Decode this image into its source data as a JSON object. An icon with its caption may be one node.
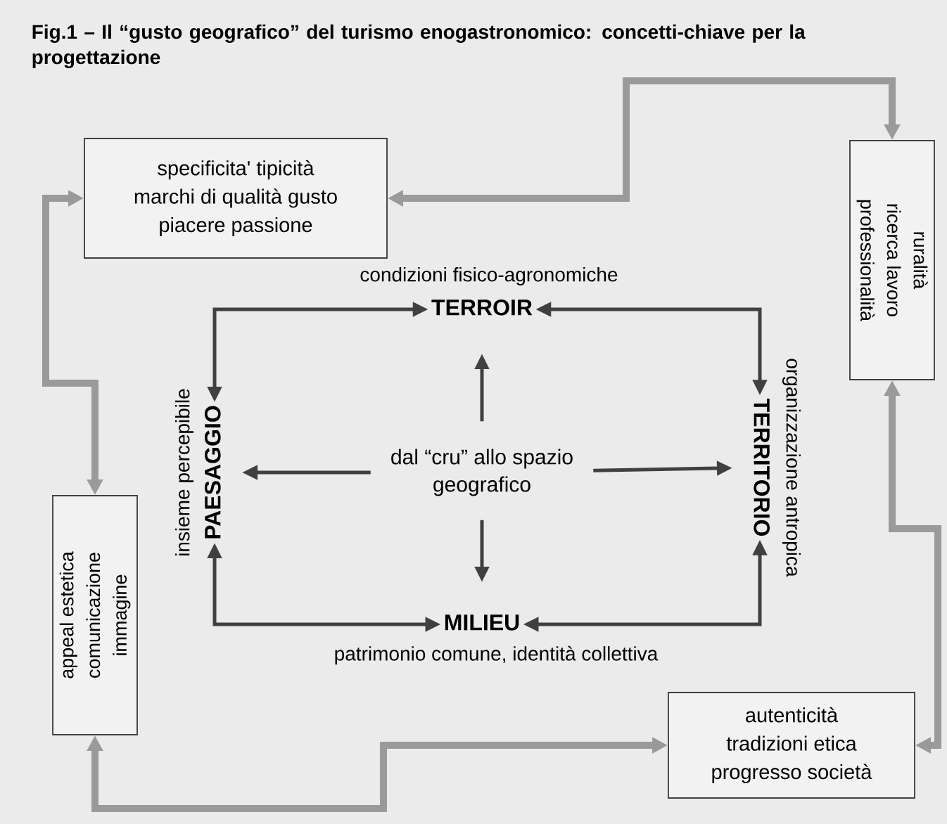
{
  "diagram": {
    "title": "Fig.1 – Il “gusto geografico” del turismo enogastronomico: concetti-chiave per la progettazione",
    "nodes": [
      {
        "text": [
          "specificita' tipicità",
          "marchi di qualità gusto",
          "piacere passione"
        ]
      },
      {
        "text": [
          "ruralità",
          "ricerca lavoro",
          "professionalità"
        ]
      },
      {
        "text": [
          "appeal estetica",
          "comunicazione",
          "immagine"
        ]
      },
      {
        "text": [
          "autenticità",
          "tradizioni etica",
          "progresso società"
        ]
      },
      {
        "text": [
          "TERROIR"
        ],
        "beside": [
          "condizioni fisico-agronomiche"
        ]
      },
      {
        "text": [
          "PAESAGGIO"
        ],
        "beside": [
          "insieme percepibile"
        ]
      },
      {
        "text": [
          "TERRITORIO"
        ],
        "beside": [
          "organizzazione antropica"
        ]
      },
      {
        "text": [
          "MILIEU"
        ],
        "beside": [
          "patrimonio comune, identità collettiva"
        ]
      },
      {
        "text": [
          "dal “cru” allo spazio geografico"
        ]
      }
    ],
    "edges": [
      {
        "from": 1,
        "to": 0,
        "arrow": "both",
        "style": "thick",
        "color": "#9a9a9a"
      },
      {
        "from": 1,
        "to": 3,
        "arrow": "both",
        "style": "thick",
        "color": "#9a9a9a"
      },
      {
        "from": 3,
        "to": 2,
        "arrow": "both",
        "style": "thick",
        "color": "#9a9a9a"
      },
      {
        "from": 2,
        "to": 0,
        "arrow": "both",
        "style": "thick",
        "color": "#9a9a9a"
      },
      {
        "from": 5,
        "to": 4,
        "arrow": "both"
      },
      {
        "from": 4,
        "to": 6,
        "arrow": "both"
      },
      {
        "from": 5,
        "to": 7,
        "arrow": "both"
      },
      {
        "from": 6,
        "to": 7,
        "arrow": "both"
      },
      {
        "from": 8,
        "to": 4,
        "arrow": "to"
      },
      {
        "from": 8,
        "to": 5,
        "arrow": "to"
      },
      {
        "from": 8,
        "to": 6,
        "arrow": "to"
      },
      {
        "from": 8,
        "to": 7,
        "arrow": "to"
      }
    ]
  }
}
